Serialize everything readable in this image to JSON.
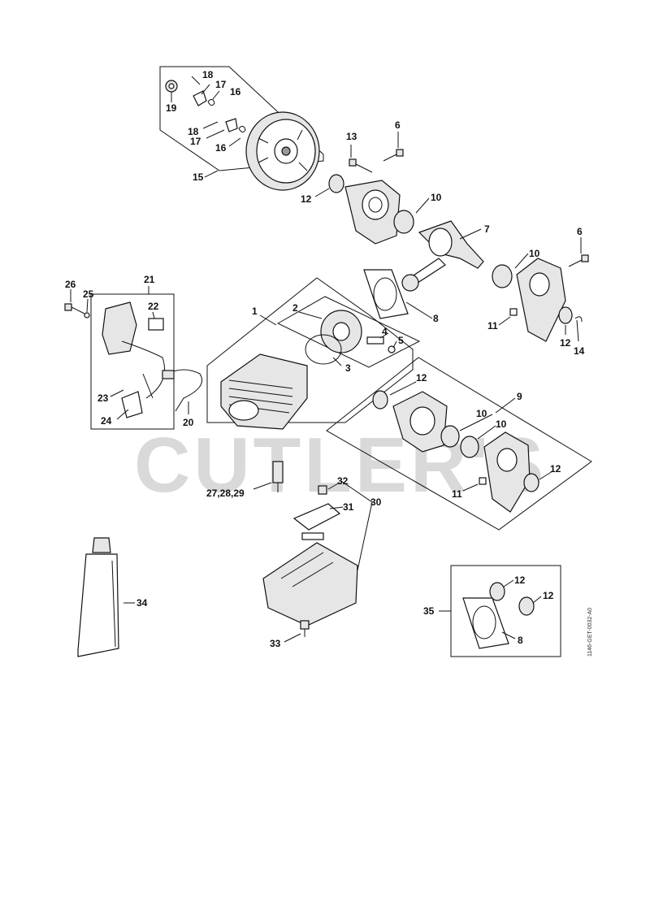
{
  "watermark": "CUTLER'S",
  "document_id": "1146-GET-0032-A0",
  "callouts": {
    "c1": "1",
    "c2": "2",
    "c3": "3",
    "c4": "4",
    "c5": "5",
    "c6a": "6",
    "c6b": "6",
    "c7": "7",
    "c8a": "8",
    "c8b": "8",
    "c9": "9",
    "c10a": "10",
    "c10b": "10",
    "c10c": "10",
    "c10d": "10",
    "c11a": "11",
    "c11b": "11",
    "c12a": "12",
    "c12b": "12",
    "c12c": "12",
    "c12d": "12",
    "c12e": "12",
    "c12f": "12",
    "c13": "13",
    "c14": "14",
    "c15": "15",
    "c16a": "16",
    "c16b": "16",
    "c17a": "17",
    "c17b": "17",
    "c18a": "18",
    "c18b": "18",
    "c19": "19",
    "c20": "20",
    "c21": "21",
    "c22": "22",
    "c23": "23",
    "c24": "24",
    "c25": "25",
    "c26": "26",
    "c27": "27,28,29",
    "c30": "30",
    "c31": "31",
    "c32": "32",
    "c33": "33",
    "c34": "34",
    "c35": "35"
  },
  "icons": {
    "flywheel": "flywheel-icon",
    "crankshaft": "crankshaft-icon",
    "cylinder": "cylinder-icon",
    "piston": "piston-icon",
    "ignition": "ignition-module-icon",
    "muffler": "muffler-icon",
    "tube": "grease-tube-icon",
    "crankcase": "crankcase-half-icon"
  }
}
